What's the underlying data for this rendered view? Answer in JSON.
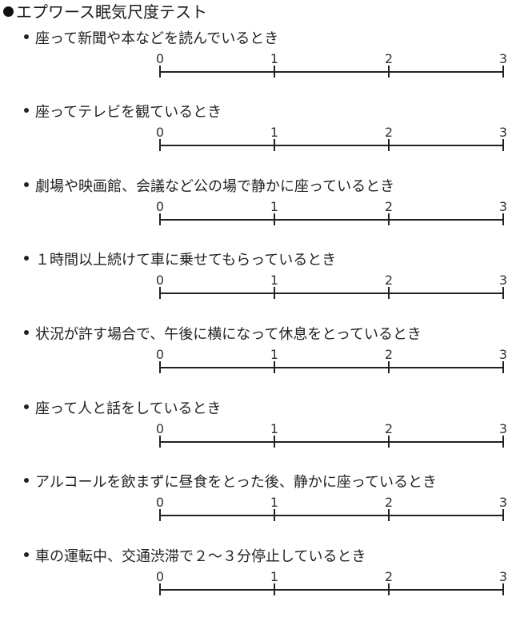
{
  "title": "エプワース眠気尺度テスト",
  "scale": {
    "labels": [
      "0",
      "1",
      "2",
      "3"
    ]
  },
  "questions": [
    {
      "label": "座って新聞や本などを読んでいるとき"
    },
    {
      "label": "座ってテレビを観ているとき"
    },
    {
      "label": "劇場や映画館、会議など公の場で静かに座っているとき"
    },
    {
      "label": "１時間以上続けて車に乗せてもらっているとき"
    },
    {
      "label": "状況が許す場合で、午後に横になって休息をとっているとき"
    },
    {
      "label": "座って人と話をしているとき"
    },
    {
      "label": "アルコールを飲まずに昼食をとった後、静かに座っているとき"
    },
    {
      "label": "車の運転中、交通渋滞で２～３分停止しているとき"
    }
  ],
  "colors": {
    "text": "#222222",
    "background": "#ffffff"
  }
}
